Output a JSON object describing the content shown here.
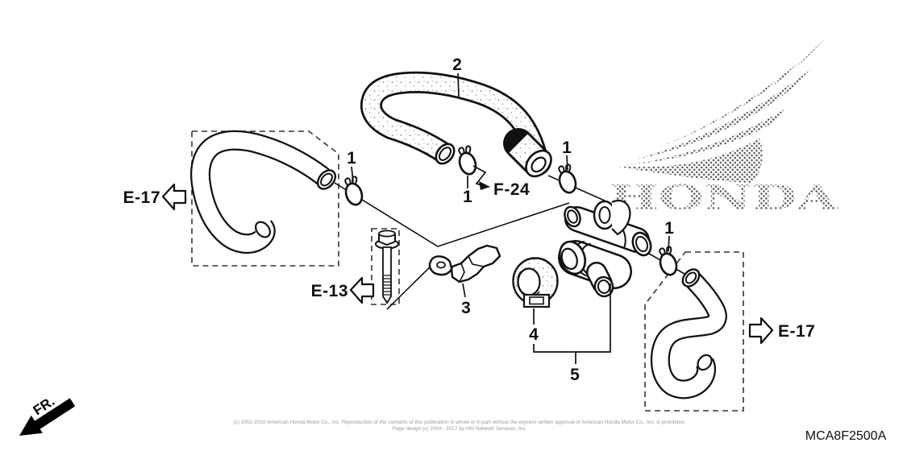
{
  "diagram": {
    "part_code": "MCA8F2500A",
    "watermark": "HONDA",
    "front_marker": "FR.",
    "refs": {
      "e17_left": "E-17",
      "f24": "F-24",
      "e13": "E-13",
      "e17_right": "E-17"
    },
    "callouts": {
      "c1a": "1",
      "c1b": "1",
      "c1c": "1",
      "c1d": "1",
      "c2": "2",
      "c3": "3",
      "c4": "4",
      "c5": "5"
    },
    "footer": {
      "line1": "(c) 2002-2010 American Honda Motor Co., Inc. Reproduction of the contents of this publication in whole or in part without the express written approval of American Honda Motor Co., Inc. is prohibited.",
      "line2": "Page design (c) 2004 - 2017 by ARI Network Services, Inc."
    }
  }
}
